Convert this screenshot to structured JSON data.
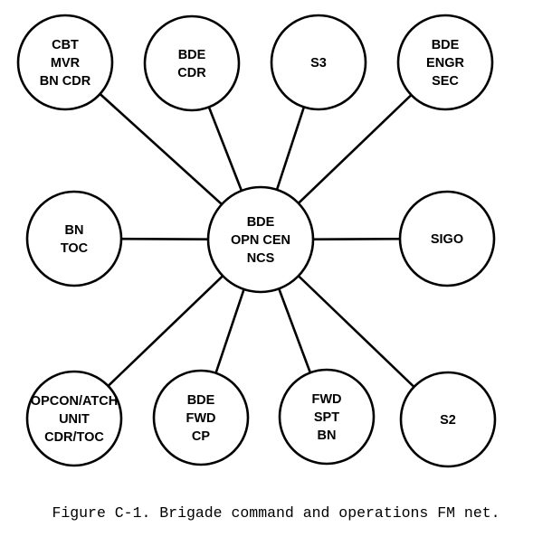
{
  "diagram": {
    "hub": {
      "id": "hub",
      "lines": [
        "BDE",
        "OPN CEN",
        "NCS"
      ]
    },
    "nodes": [
      {
        "id": "cbt-mvr-bn-cdr",
        "lines": [
          "CBT",
          "MVR",
          "BN CDR"
        ]
      },
      {
        "id": "bde-cdr",
        "lines": [
          "BDE",
          "CDR"
        ]
      },
      {
        "id": "s3",
        "lines": [
          "S3"
        ]
      },
      {
        "id": "bde-engr-sec",
        "lines": [
          "BDE",
          "ENGR",
          "SEC"
        ]
      },
      {
        "id": "bn-toc",
        "lines": [
          "BN",
          "TOC"
        ]
      },
      {
        "id": "sigo",
        "lines": [
          "SIGO"
        ]
      },
      {
        "id": "opcon-atch-unit-cdr-toc",
        "lines": [
          "OPCON/ATCH",
          "UNIT",
          "CDR/TOC"
        ]
      },
      {
        "id": "bde-fwd-cp",
        "lines": [
          "BDE",
          "FWD",
          "CP"
        ]
      },
      {
        "id": "fwd-spt-bn",
        "lines": [
          "FWD",
          "SPT",
          "BN"
        ]
      },
      {
        "id": "s2",
        "lines": [
          "S2"
        ]
      }
    ],
    "edges": [
      [
        "hub",
        "cbt-mvr-bn-cdr"
      ],
      [
        "hub",
        "bde-cdr"
      ],
      [
        "hub",
        "s3"
      ],
      [
        "hub",
        "bde-engr-sec"
      ],
      [
        "hub",
        "bn-toc"
      ],
      [
        "hub",
        "sigo"
      ],
      [
        "hub",
        "opcon-atch-unit-cdr-toc"
      ],
      [
        "hub",
        "bde-fwd-cp"
      ],
      [
        "hub",
        "fwd-spt-bn"
      ],
      [
        "hub",
        "s2"
      ]
    ]
  },
  "caption": "Figure C-1. Brigade command and operations FM net."
}
